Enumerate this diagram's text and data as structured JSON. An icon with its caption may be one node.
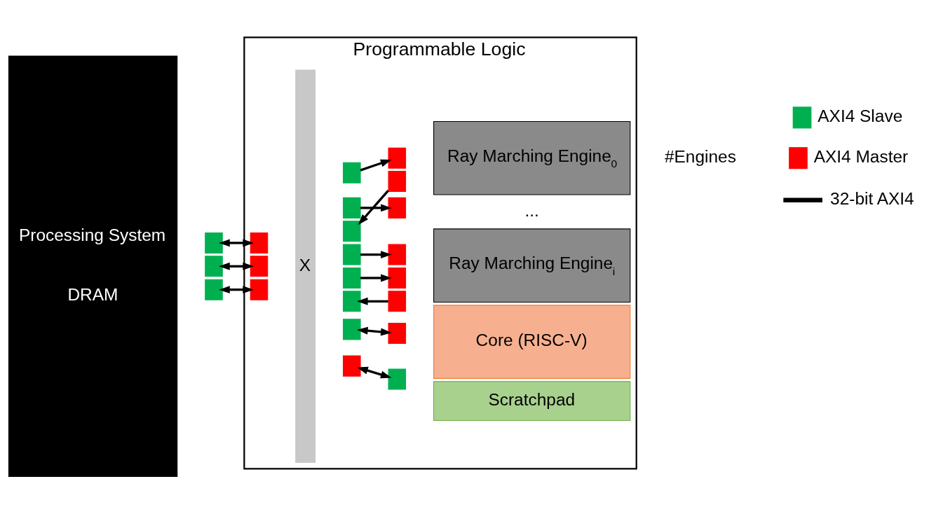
{
  "diagram": {
    "nodes": [
      {
        "text": [
          "Processing System",
          "DRAM"
        ]
      },
      {
        "text": [
          "Programmable Logic"
        ]
      },
      {
        "text": [
          "X"
        ],
        "in": 1
      },
      {
        "text": [
          "Ray Marching Engine$_{0}$"
        ],
        "in": 1
      },
      {
        "text": [
          "Ray Marching Engine$_{i}$"
        ],
        "in": 1
      },
      {
        "text": [
          "Core (RISC-V)"
        ],
        "in": 1
      },
      {
        "text": [
          "Scratchpad"
        ],
        "in": 1
      },
      {
        "text": [],
        "shape": "box"
      },
      {
        "text": [],
        "shape": "box"
      },
      {
        "text": [],
        "shape": "box"
      },
      {
        "text": [],
        "shape": "box",
        "in": 1
      },
      {
        "text": [],
        "shape": "box",
        "in": 1
      },
      {
        "text": [],
        "shape": "box",
        "in": 1
      },
      {
        "text": [],
        "shape": "box",
        "in": 1
      },
      {
        "text": [],
        "shape": "box",
        "in": 1
      },
      {
        "text": [],
        "shape": "box",
        "in": 1
      },
      {
        "text": [],
        "shape": "box",
        "in": 1
      },
      {
        "text": [],
        "shape": "box",
        "in": 1
      },
      {
        "text": [],
        "shape": "box",
        "in": 1
      },
      {
        "text": [],
        "shape": "box",
        "in": 1
      },
      {
        "text": [],
        "shape": "box",
        "in": 1
      },
      {
        "text": [],
        "shape": "box",
        "in": 1
      },
      {
        "text": [],
        "shape": "box",
        "in": 1
      },
      {
        "text": [],
        "shape": "box",
        "in": 1
      },
      {
        "text": [],
        "shape": "box",
        "in": 1
      },
      {
        "text": [],
        "shape": "box",
        "in": 1
      },
      {
        "text": [],
        "shape": "box",
        "in": 1
      },
      {
        "text": [],
        "shape": "box",
        "in": 1
      },
      {
        "text": [],
        "shape": "box",
        "in": 1
      }
    ],
    "edges": [
      {
        "from": 7,
        "to": 10,
        "arrow": "both"
      },
      {
        "from": 8,
        "to": 11,
        "arrow": "both"
      },
      {
        "from": 9,
        "to": 12,
        "arrow": "both"
      },
      {
        "from": 13,
        "to": 16,
        "arrow": "to"
      },
      {
        "from": 14,
        "to": 17,
        "arrow": "to"
      },
      {
        "from": 18,
        "to": 15,
        "arrow": "to"
      },
      {
        "from": 19,
        "to": 22,
        "arrow": "to"
      },
      {
        "from": 20,
        "to": 23,
        "arrow": "to"
      },
      {
        "from": 24,
        "to": 21,
        "arrow": "to"
      },
      {
        "from": 25,
        "to": 26,
        "arrow": "both"
      },
      {
        "from": 27,
        "to": 28,
        "arrow": "both"
      }
    ],
    "labels": [
      "...",
      "#Engines"
    ],
    "legend": [
      {
        "text": "AXI4 Slave",
        "color": "#00b050"
      },
      {
        "text": "AXI4 Master",
        "color": "#ff0000"
      },
      {
        "text": "32-bit AXI4"
      }
    ]
  }
}
